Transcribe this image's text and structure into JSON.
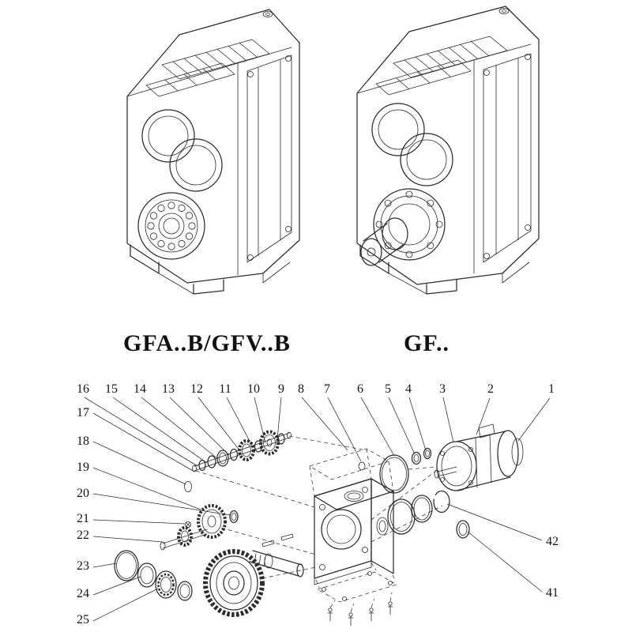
{
  "sheet": {
    "background": "#ffffff",
    "line_color": "#2c2c2c"
  },
  "models": [
    {
      "label": "GFA..B/GFV..B"
    },
    {
      "label": "GF.."
    }
  ],
  "exploded_view": {
    "callouts_top": [
      "16",
      "15",
      "14",
      "13",
      "12",
      "11",
      "10",
      "9",
      "8",
      "7",
      "6",
      "5",
      "4",
      "3",
      "2",
      "1"
    ],
    "callouts_left": [
      "17",
      "18",
      "19",
      "20",
      "21",
      "22",
      "23",
      "24",
      "25"
    ],
    "callouts_right": [
      "42",
      "41"
    ]
  }
}
